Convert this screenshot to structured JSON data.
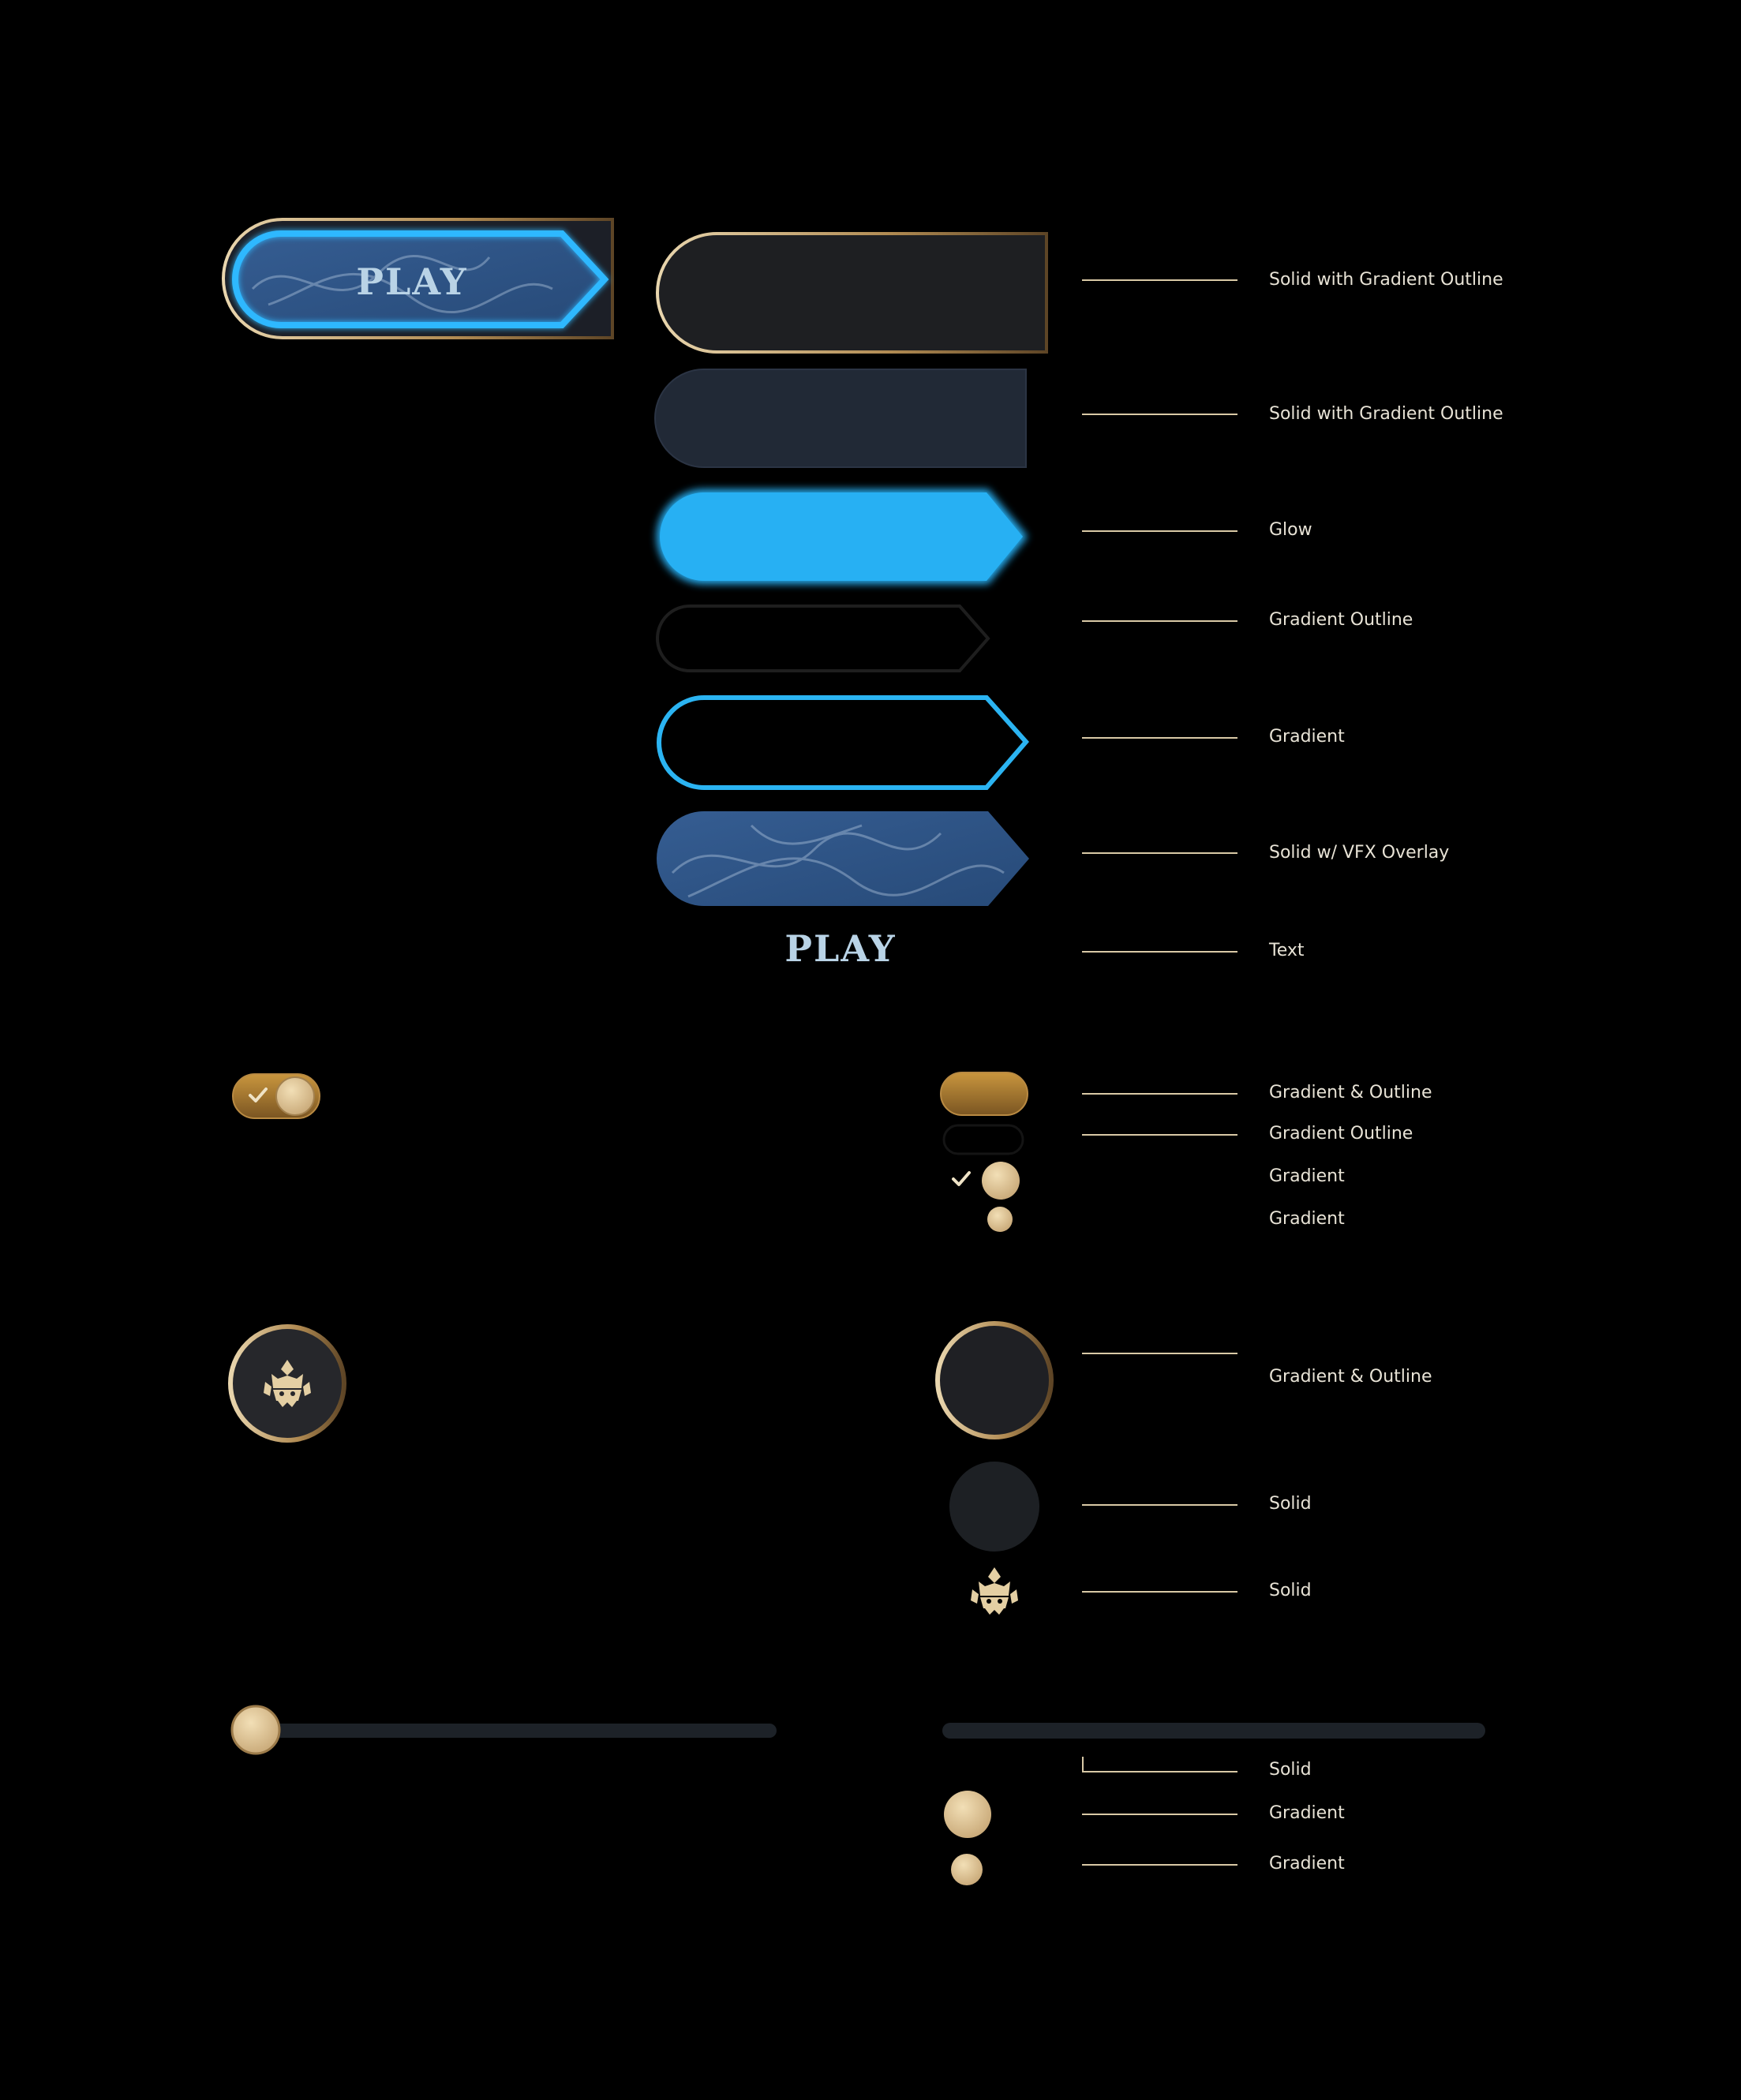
{
  "play_button": {
    "label": "PLAY"
  },
  "text_layer": {
    "label": "PLAY"
  },
  "layer_labels": {
    "l1": "Solid with Gradient Outline",
    "l2": "Solid with Gradient Outline",
    "l3": "Glow",
    "l4": "Gradient Outline",
    "l5": "Gradient",
    "l6": "Solid w/ VFX Overlay",
    "l7": "Text"
  },
  "toggle_labels": {
    "t1": "Gradient & Outline",
    "t2": "Gradient Outline",
    "t3": "Gradient",
    "t4": "Gradient"
  },
  "icon_labels": {
    "i1": "Gradient & Outline",
    "i2": "Solid",
    "i3": "Solid"
  },
  "slider_labels": {
    "s1": "Solid",
    "s2": "Gradient",
    "s3": "Gradient"
  },
  "toggle": {
    "state": "on"
  },
  "slider": {
    "value": 0
  },
  "icons": {
    "toggle_check": "check-icon",
    "emblem": "crown-emblem-icon"
  },
  "colors": {
    "gold": "#c8a96e",
    "blue_glow": "#25adf0",
    "navy": "#2f5486",
    "dark": "#1e1f22"
  }
}
